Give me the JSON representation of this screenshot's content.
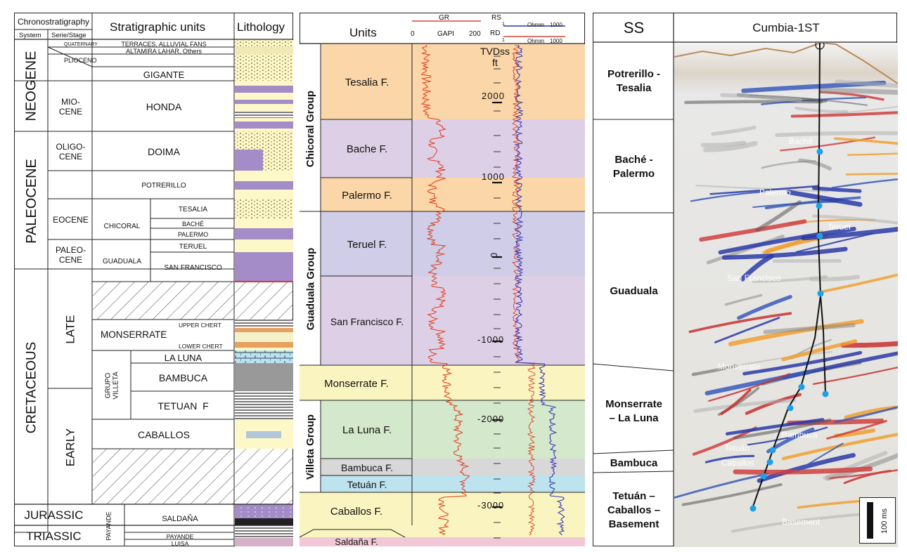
{
  "panel1": {
    "header": {
      "chrono": "Chronostratigraphy",
      "system": "System",
      "serie": "Serie/Stage",
      "strat": "Stratigraphic units",
      "litho": "Lithology"
    },
    "systems": {
      "neogene": "NEOGENE",
      "paleocene": "PALEOCENE",
      "cretaceous": "CRETACEOUS",
      "jurassic": "JURASSIC",
      "triassic": "TRIASSIC"
    },
    "series": {
      "quaternary": "QUATERNARY",
      "plioceno": "PLIOCENO",
      "miocene": "MIO-\nCENE",
      "oligocene": "OLIGO-\nCENE",
      "eocene": "EOCENE",
      "paleocene": "PALEO-\nCENE",
      "late": "LATE",
      "early": "EARLY"
    },
    "groups": {
      "chicoral": "CHICORAL",
      "guaduala": "GUADUALA",
      "grupo_villeta": "GRUPO\nVILLETA",
      "payande": "PAYANDE"
    },
    "units": {
      "terraces": "TERRACES, ALLUVIAL FANS",
      "altamira": "ALTAMIRA LAHAR, Others",
      "gigante": "GIGANTE",
      "honda": "HONDA",
      "doima": "DOIMA",
      "potrerillo": "POTRERILLO",
      "tesalia": "TESALIA",
      "bache": "BACHÉ",
      "palermo": "PALERMO",
      "teruel": "TERUEL",
      "san_francisco": "SAN FRANCISCO",
      "monserrate": "MONSERRATE",
      "upper_chert": "UPPER CHERT",
      "lower_chert": "LOWER CHERT",
      "la_luna": "LA LUNA",
      "bambuca": "BAMBUCA",
      "tetuan": "TETUAN  F",
      "caballos": "CABALLOS",
      "saldana": "SALDAÑA",
      "payande": "PAYANDE",
      "luisa": "LUISA"
    }
  },
  "panel2": {
    "header": {
      "units": "Units",
      "gr": "GR",
      "gr_min": "0",
      "gr_unit": "GAPI",
      "gr_max": "200",
      "rs": "RS",
      "rd": "RD",
      "res_min": "1",
      "res_unit": "Ohmm",
      "res_max": "1000",
      "tvd": "TVDss\nft"
    },
    "groups": {
      "chicoral": "Chicoral Group",
      "guaduala": "Guaduala Group",
      "villeta": "Villeta Group"
    },
    "formations": {
      "tesalia": "Tesalia F.",
      "bache": "Bache F.",
      "palermo": "Palermo F.",
      "teruel": "Teruel F.",
      "san_francisco": "San Francisco F.",
      "monserrate": "Monserrate F.",
      "la_luna": "La Luna F.",
      "bambuca": "Bambuca F.",
      "tetuan": "Tetuán F.",
      "caballos": "Caballos F.",
      "saldana": "Saldaña F."
    },
    "depths": [
      "2000",
      "1000",
      "0",
      "-1000",
      "-2000",
      "-3000"
    ],
    "colors": {
      "orange": "#fbd6a8",
      "purple": "#ddd0e6",
      "lavender": "#cfcde8",
      "yellow": "#faf5c0",
      "green": "#d4e8cc",
      "gray": "#d8d8d8",
      "cyan": "#bde3ef",
      "pink": "#f2c7d8",
      "gr_curve": "#e03c1c",
      "res_curve": "#3a3cb4"
    }
  },
  "panel3": {
    "header": {
      "ss": "SS",
      "well": "Cumbia-1ST"
    },
    "intervals": {
      "potrerillo": "Potrerillo -\nTesalia",
      "bache": "Baché -\nPalermo",
      "guaduala": "Guaduala",
      "monserrate": "Monserrate\n– La Luna",
      "bambuca": "Bambuca",
      "tetuan": "Tetuán –\nCaballos –\nBasement"
    },
    "horizons": {
      "bache": "Baché",
      "palermo": "Palermo",
      "teruel": "Teruel",
      "san_francisco": "San Francisco",
      "monserrate": "Monserrate",
      "bambuca": "Bambuca",
      "tetuan": "Tetuán",
      "caballos": "Caballos",
      "basement": "Basement"
    },
    "scale": "100 ms",
    "colors": {
      "marker": "#1ea0e6",
      "well": "#111111"
    }
  }
}
